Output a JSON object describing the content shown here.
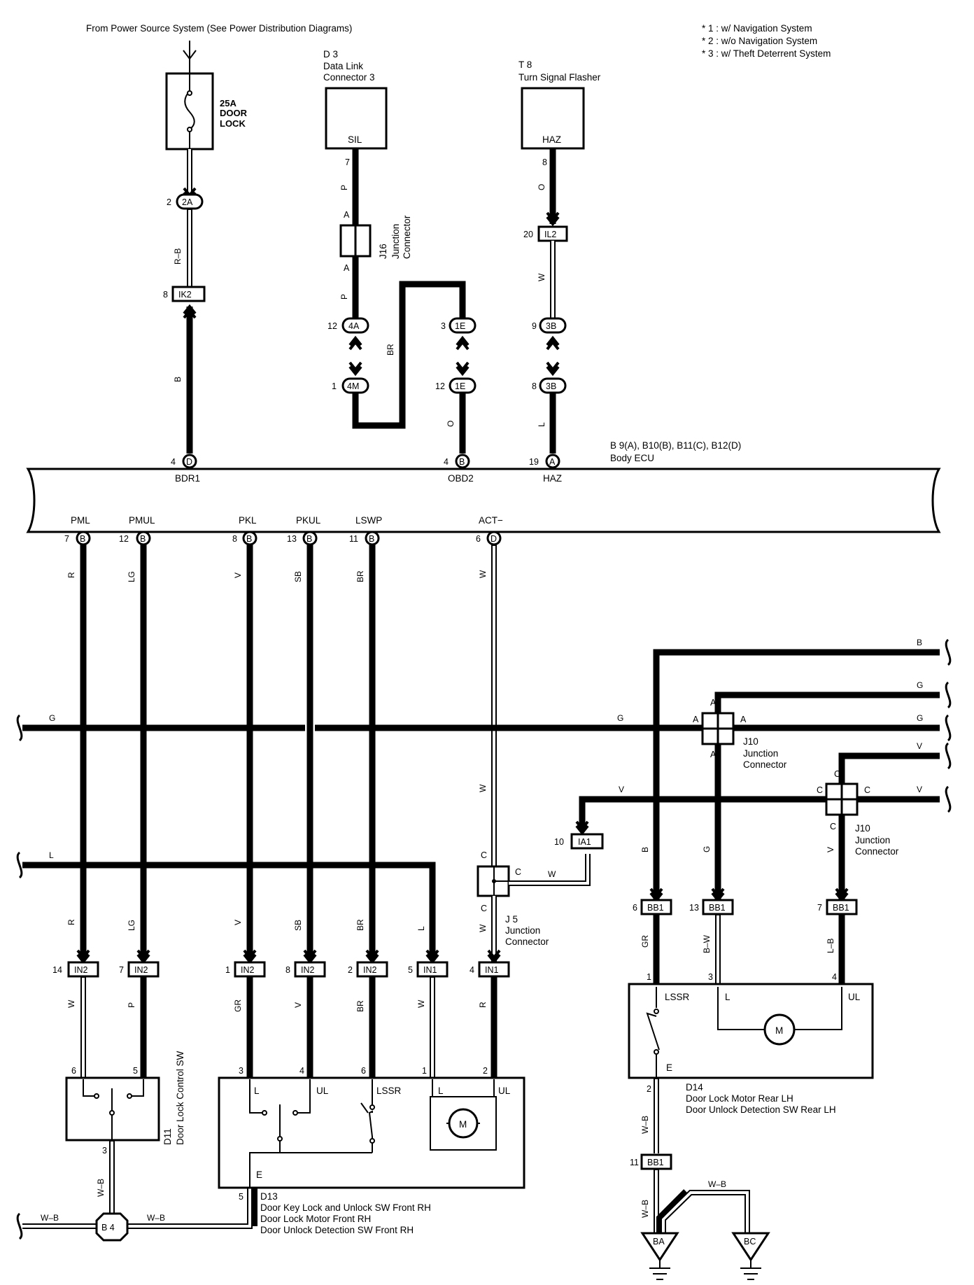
{
  "header": {
    "power_source": "From Power Source System (See Power Distribution Diagrams)",
    "notes": [
      "* 1 : w/ Navigation System",
      "* 2 : w/o Navigation System",
      "* 3 : w/ Theft Deterrent System"
    ]
  },
  "fuse": {
    "rating": "25A",
    "name1": "DOOR",
    "name2": "LOCK"
  },
  "d3": {
    "id": "D 3",
    "name1": "Data Link",
    "name2": "Connector 3",
    "terminal": "SIL"
  },
  "t8": {
    "id": "T 8",
    "name": "Turn Signal Flasher",
    "terminal": "HAZ"
  },
  "j16": {
    "id": "J16",
    "name1": "Junction",
    "name2": "Connector",
    "pin_a": "A"
  },
  "ecu": {
    "id": "B 9(A), B10(B), B11(C), B12(D)",
    "name": "Body ECU",
    "top_terms": [
      "BDR1",
      "OBD2",
      "HAZ"
    ],
    "bottom_terms": [
      "PML",
      "PMUL",
      "PKL",
      "PKUL",
      "LSWP",
      "ACT−"
    ]
  },
  "connectors": {
    "2A": "2A",
    "IK2": "IK2",
    "4A": "4A",
    "4M": "4M",
    "1E": "1E",
    "IL2": "IL2",
    "3B": "3B",
    "D": "D",
    "B": "B",
    "A": "A",
    "IN1": "IN1",
    "IN2": "IN2",
    "IA1": "IA1",
    "BB1": "BB1",
    "C": "C"
  },
  "pins": {
    "p2": "2",
    "p8": "8",
    "p7": "7",
    "p12": "12",
    "p1": "1",
    "p3": "3",
    "p20": "20",
    "p9": "9",
    "p4": "4",
    "p19": "19",
    "p13": "13",
    "p11": "11",
    "p6": "6",
    "p14": "14",
    "p5": "5",
    "p10": "10"
  },
  "wires": {
    "RB": "R–B",
    "B": "B",
    "P": "P",
    "BR": "BR",
    "O": "O",
    "W": "W",
    "L": "L",
    "R": "R",
    "LG": "LG",
    "V": "V",
    "SB": "SB",
    "G": "G",
    "GR": "GR",
    "BW": "B–W",
    "LB": "L–B",
    "WB": "W–B"
  },
  "j10": {
    "id": "J10",
    "name1": "Junction",
    "name2": "Connector",
    "pin_a": "A",
    "pin_c": "C"
  },
  "j5": {
    "id": "J 5",
    "name1": "Junction",
    "name2": "Connector",
    "pin_c": "C"
  },
  "d11": {
    "id": "D11",
    "name": "Door Lock Control SW"
  },
  "d13": {
    "id": "D13",
    "line1": "Door Key Lock and Unlock SW Front RH",
    "line2": "Door Lock Motor Front RH",
    "line3": "Door Unlock Detection SW  Front RH",
    "t_l": "L",
    "t_ul": "UL",
    "t_lssr": "LSSR",
    "t_e": "E"
  },
  "d14": {
    "id": "D14",
    "line1": "Door Lock Motor Rear LH",
    "line2": "Door Unlock Detection SW Rear LH",
    "t_lssr": "LSSR",
    "t_l": "L",
    "t_ul": "UL",
    "t_e": "E"
  },
  "motor": "M",
  "grounds": {
    "b4": "B 4",
    "ba": "BA",
    "bc": "BC"
  }
}
